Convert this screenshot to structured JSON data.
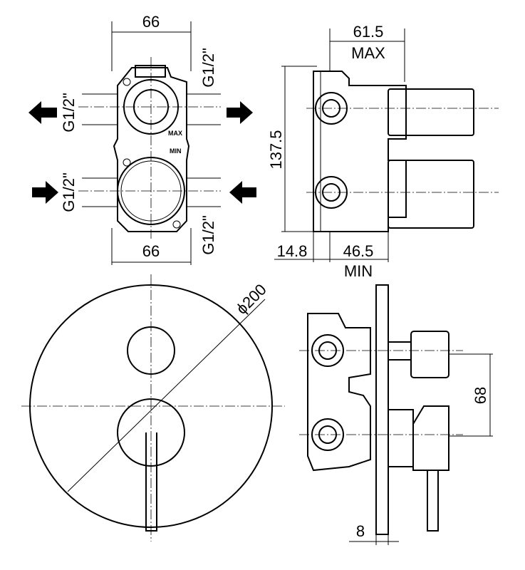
{
  "top_left_view": {
    "width_top": "66",
    "width_bottom": "66",
    "thread_left_top": "G1/2\"",
    "thread_left_bottom": "G1/2\"",
    "thread_right_top": "G1/2\"",
    "thread_right_bottom": "G1/2\"",
    "body_max": "MAX",
    "body_min": "MIN"
  },
  "top_right_view": {
    "depth_max": "61.5",
    "max_label": "MAX",
    "height": "137.5",
    "offset": "14.8",
    "depth_min": "46.5",
    "min_label": "MIN"
  },
  "bottom_left_view": {
    "diameter": "ϕ200"
  },
  "bottom_right_view": {
    "handle_spacing": "68",
    "plate_thickness": "8"
  }
}
